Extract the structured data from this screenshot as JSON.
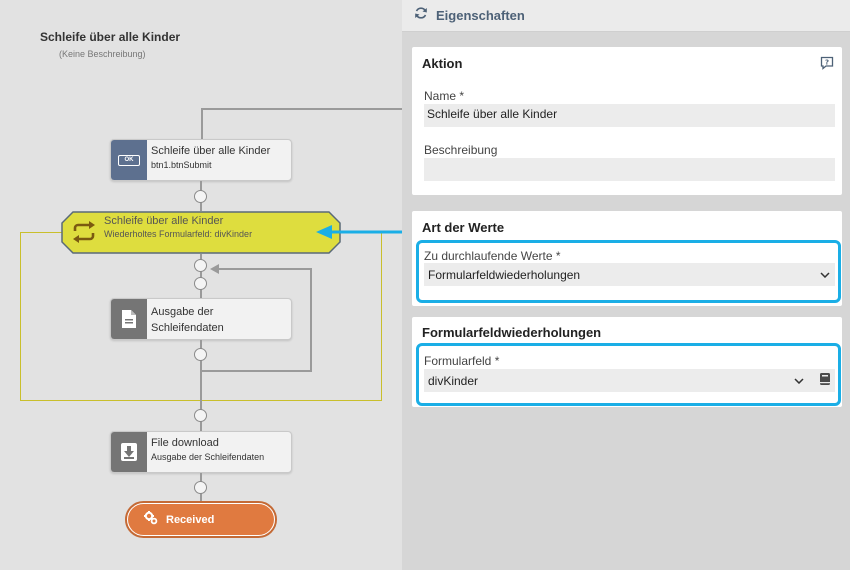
{
  "flow": {
    "title": "Schleife über alle Kinder",
    "description": "(Keine Beschreibung)",
    "nodes": {
      "button": {
        "title": "Schleife über alle Kinder",
        "subtitle": "btn1.btnSubmit",
        "badge_text": "OK"
      },
      "loop": {
        "title": "Schleife über alle Kinder",
        "subtitle": "Wiederholtes Formularfeld: divKinder"
      },
      "output": {
        "title": "Ausgabe der",
        "title2": "Schleifendaten"
      },
      "download": {
        "title": "File download",
        "subtitle": "Ausgabe der Schleifendaten"
      },
      "received": {
        "label": "Received"
      }
    }
  },
  "panel": {
    "title": "Eigenschaften",
    "action_card": {
      "title": "Aktion",
      "name_label": "Name",
      "name_value": "Schleife über alle Kinder",
      "required_mark": "*",
      "description_label": "Beschreibung",
      "description_value": ""
    },
    "values_card": {
      "title": "Art der Werte",
      "field_label": "Zu durchlaufende Werte",
      "required_mark": "*",
      "selected": "Formularfeldwiederholungen"
    },
    "repeat_card": {
      "title": "Formularfeldwiederholungen",
      "field_label": "Formularfeld",
      "required_mark": "*",
      "selected": "divKinder"
    }
  },
  "colors": {
    "accent_highlight": "#1aaee6",
    "loop_node": "#dedd3e",
    "received_node": "#e07a40",
    "button_badge": "#5d708f",
    "gray_badge": "#757575"
  },
  "icons": [
    "sync-icon",
    "help-icon",
    "chevron-down-icon",
    "book-icon",
    "loop-icon",
    "document-icon",
    "download-icon",
    "gears-icon",
    "ok-button-icon"
  ]
}
